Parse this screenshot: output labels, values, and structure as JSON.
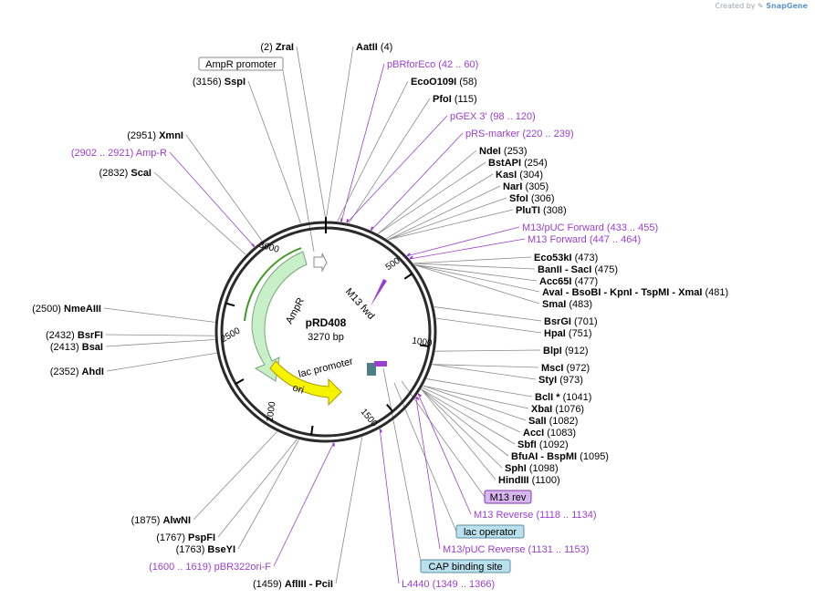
{
  "credit": {
    "created_by": "Created by",
    "brand": "SnapGene"
  },
  "plasmid": {
    "name": "pRD408",
    "length_label": "3270 bp",
    "length": 3270
  },
  "ticks": [
    "500",
    "1000",
    "1500",
    "2000",
    "2500",
    "3000"
  ],
  "features": [
    {
      "name": "AmpR",
      "kind": "gene",
      "color": "#c8f0c8",
      "outline": "#7aa57a"
    },
    {
      "name": "ori",
      "kind": "origin",
      "color": "#f6f200",
      "outline": "#a89f00"
    },
    {
      "name": "M13 fwd",
      "kind": "primer_arrow",
      "color": "#9b3fd1"
    },
    {
      "name": "lac promoter",
      "kind": "promoter",
      "color": "#ffffff"
    }
  ],
  "boxed_labels": [
    {
      "text": "AmpR promoter",
      "fill": "#ffffff",
      "stroke": "#888888"
    },
    {
      "text": "M13 rev",
      "fill": "#d8b7f0",
      "stroke": "#7a3da8"
    },
    {
      "text": "lac operator",
      "fill": "#b9e0ec",
      "stroke": "#5b8ea0"
    },
    {
      "text": "CAP binding site",
      "fill": "#b9e0ec",
      "stroke": "#5b8ea0"
    }
  ],
  "labels": [
    {
      "pos": "(2)",
      "enzyme": "ZraI"
    },
    {
      "enzyme": "AatII",
      "pos": "(4)"
    },
    {
      "enzyme": "pBRforEco",
      "pos": "(42 .. 60)",
      "purple": true
    },
    {
      "pos": "(3156)",
      "enzyme": "SspI"
    },
    {
      "enzyme": "EcoO109I",
      "pos": "(58)"
    },
    {
      "enzyme": "PfoI",
      "pos": "(115)"
    },
    {
      "enzyme": "pGEX 3'",
      "pos": "(98 .. 120)",
      "purple": true
    },
    {
      "pos": "(2951)",
      "enzyme": "XmnI"
    },
    {
      "enzyme": "pRS-marker",
      "pos": "(220 .. 239)",
      "purple": true
    },
    {
      "pos": "(2902 .. 2921)",
      "enzyme": "Amp-R",
      "purple": true
    },
    {
      "enzyme": "NdeI",
      "pos": "(253)"
    },
    {
      "enzyme": "BstAPI",
      "pos": "(254)"
    },
    {
      "pos": "(2832)",
      "enzyme": "ScaI"
    },
    {
      "enzyme": "KasI",
      "pos": "(304)"
    },
    {
      "enzyme": "NarI",
      "pos": "(305)"
    },
    {
      "enzyme": "SfoI",
      "pos": "(306)"
    },
    {
      "enzyme": "PluTI",
      "pos": "(308)"
    },
    {
      "enzyme": "M13/pUC Forward",
      "pos": "(433 .. 455)",
      "purple": true
    },
    {
      "enzyme": "M13 Forward",
      "pos": "(447 .. 464)",
      "purple": true
    },
    {
      "enzyme": "Eco53kI",
      "pos": "(473)"
    },
    {
      "enzyme": "BanII  - SacI",
      "pos": "(475)"
    },
    {
      "enzyme": "Acc65I",
      "pos": "(477)"
    },
    {
      "enzyme": "AvaI  - BsoBI  - KpnI  - TspMI  - XmaI",
      "pos": "(481)"
    },
    {
      "enzyme": "SmaI",
      "pos": "(483)"
    },
    {
      "pos": "(2500)",
      "enzyme": "NmeAIII"
    },
    {
      "enzyme": "BsrGI",
      "pos": "(701)"
    },
    {
      "pos": "(2432)",
      "enzyme": "BsrFI"
    },
    {
      "enzyme": "HpaI",
      "pos": "(751)"
    },
    {
      "pos": "(2413)",
      "enzyme": "BsaI"
    },
    {
      "enzyme": "BlpI",
      "pos": "(912)"
    },
    {
      "pos": "(2352)",
      "enzyme": "AhdI"
    },
    {
      "enzyme": "MscI",
      "pos": "(972)"
    },
    {
      "enzyme": "StyI",
      "pos": "(973)"
    },
    {
      "enzyme": "BclI *",
      "pos": "(1041)"
    },
    {
      "enzyme": "XbaI",
      "pos": "(1076)"
    },
    {
      "enzyme": "SalI",
      "pos": "(1082)"
    },
    {
      "enzyme": "AccI",
      "pos": "(1083)"
    },
    {
      "enzyme": "SbfI",
      "pos": "(1092)"
    },
    {
      "enzyme": "BfuAI  - BspMI",
      "pos": "(1095)"
    },
    {
      "enzyme": "SphI",
      "pos": "(1098)"
    },
    {
      "enzyme": "HindIII",
      "pos": "(1100)"
    },
    {
      "enzyme": "M13 Reverse",
      "pos": "(1118 .. 1134)",
      "purple": true
    },
    {
      "pos": "(1875)",
      "enzyme": "AlwNI"
    },
    {
      "pos": "(1767)",
      "enzyme": "PspFI"
    },
    {
      "pos": "(1763)",
      "enzyme": "BseYI"
    },
    {
      "enzyme": "M13/pUC Reverse",
      "pos": "(1131 .. 1153)",
      "purple": true
    },
    {
      "pos": "(1600 .. 1619)",
      "enzyme": "pBR322ori-F",
      "purple": true
    },
    {
      "pos": "(1459)",
      "enzyme": "AflIII  - PciI"
    },
    {
      "enzyme": "L4440",
      "pos": "(1349 .. 1366)",
      "purple": true
    }
  ]
}
